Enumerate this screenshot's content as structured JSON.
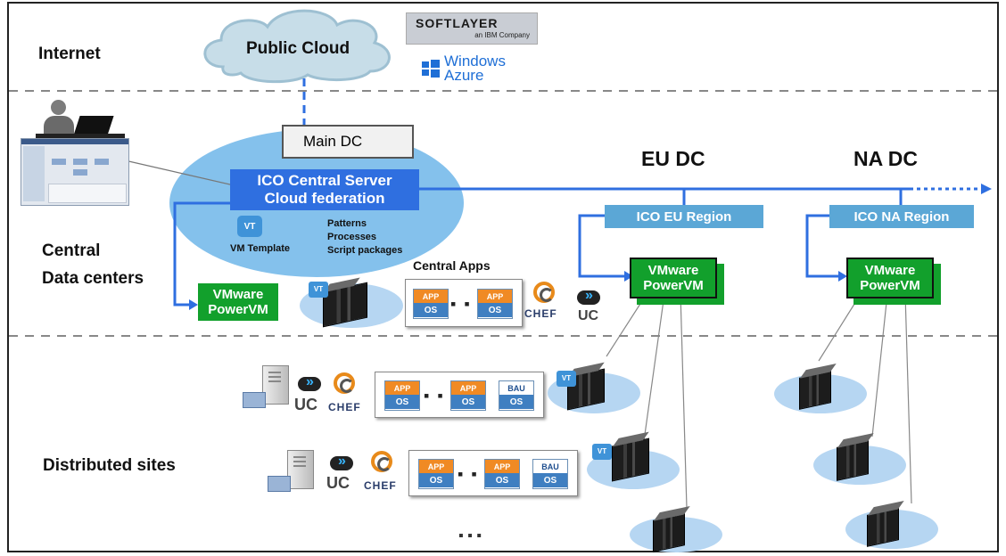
{
  "zones": {
    "internet": "Internet",
    "central_line1": "Central",
    "central_line2": "Data centers",
    "distributed": "Distributed  sites"
  },
  "cloud": {
    "public_cloud": "Public Cloud",
    "softlayer_brand": "SOFTLAYER",
    "softlayer_sub": "an IBM Company",
    "azure_line1": "Windows",
    "azure_line2": "Azure"
  },
  "central": {
    "main_dc": "Main DC",
    "ico_line1": "ICO Central Server",
    "ico_line2": "Cloud federation",
    "vt_badge": "VT",
    "vm_template": "VM Template",
    "patterns": "Patterns",
    "processes": "Processes",
    "script_packages": "Script packages",
    "central_apps": "Central Apps",
    "vmware_line1": "VMware",
    "vmware_line2": "PowerVM"
  },
  "regions": {
    "eu_dc": "EU DC",
    "na_dc": "NA DC",
    "eu_region": "ICO EU Region",
    "na_region": "ICO NA Region",
    "vmware_line1": "VMware",
    "vmware_line2": "PowerVM"
  },
  "stacks": {
    "app": "APP",
    "os": "OS",
    "bau": "BAU",
    "ellipsis": "▪ ▪ ▪"
  },
  "tools": {
    "uc": "UC",
    "chef": "CHEF"
  },
  "more": "▪ ▪ ▪",
  "colors": {
    "link_blue": "#2f6fe0",
    "region_blue": "#5ba7d6",
    "vmware_green": "#12a02c",
    "ellipse_blue": "#84c1ec",
    "server_ellipse": "#b6d6f2",
    "app_orange": "#f08a24",
    "bau_white": "#ffffff"
  }
}
